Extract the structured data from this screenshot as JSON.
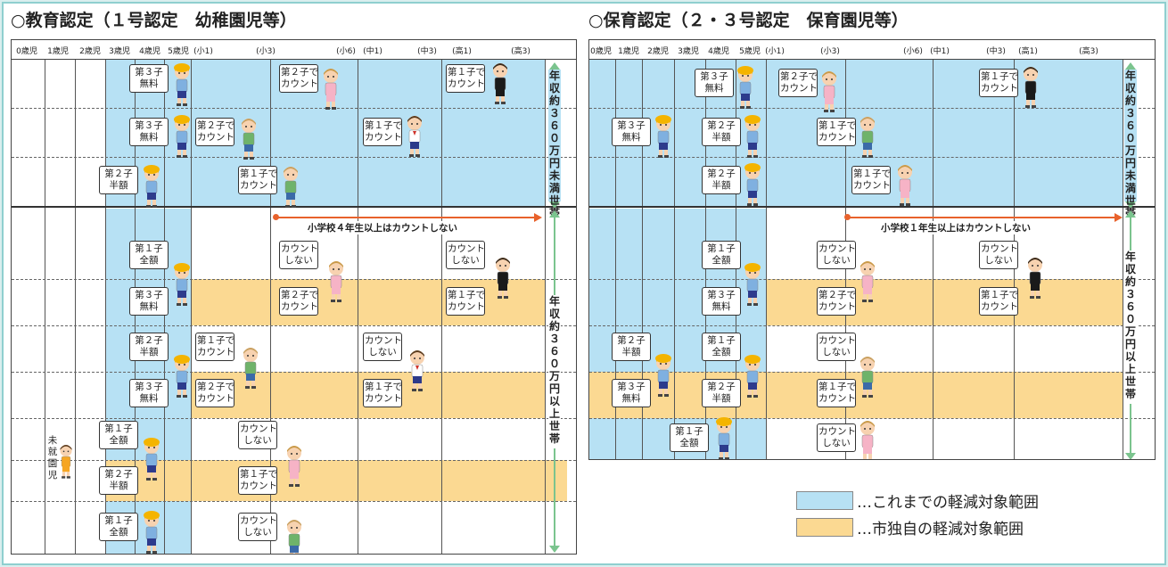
{
  "left": {
    "title": "○教育認定（１号認定　幼稚園児等）",
    "ages": [
      "0歳児",
      "1歳児",
      "2歳児",
      "3歳児",
      "4歳児",
      "5歳児",
      "(小1)",
      "(小3)",
      "(小6)",
      "(中1)",
      "(中3)",
      "(高1)",
      "(高3)"
    ],
    "low_income_label": "年収約３６０万円未満世帯",
    "high_income_label": "年収約３６０万円以上世帯",
    "note": "小学校４年生以上はカウントしない",
    "mishu": "未就園児",
    "rows": [
      [
        "第３子\n無料",
        "第２子で\nカウント",
        "第１子で\nカウント"
      ],
      [
        "第３子\n無料",
        "第２子で\nカウント",
        "第１子で\nカウント"
      ],
      [
        "第２子\n半額",
        "第１子で\nカウント"
      ],
      [
        "第１子\n全額",
        "カウント\nしない",
        "カウント\nしない"
      ],
      [
        "第３子\n無料",
        "第２子で\nカウント",
        "第１子で\nカウント"
      ],
      [
        "第２子\n半額",
        "第１子で\nカウント",
        "カウント\nしない"
      ],
      [
        "第３子\n無料",
        "第２子で\nカウント",
        "第１子で\nカウント"
      ],
      [
        "第１子\n全額",
        "カウント\nしない"
      ],
      [
        "第２子\n半額",
        "第１子で\nカウント"
      ],
      [
        "第１子\n全額",
        "カウント\nしない"
      ]
    ]
  },
  "right": {
    "title": "○保育認定（２・３号認定　保育園児等）",
    "ages": [
      "0歳児",
      "1歳児",
      "2歳児",
      "3歳児",
      "4歳児",
      "5歳児",
      "(小1)",
      "(小3)",
      "(小6)",
      "(中1)",
      "(中3)",
      "(高1)",
      "(高3)"
    ],
    "low_income_label": "年収約３６０万円未満世帯",
    "high_income_label": "年収約３６０万円以上世帯",
    "note": "小学校１年生以上はカウントしない",
    "rows": [
      [
        "第３子\n無料",
        "第２子で\nカウント",
        "第１子で\nカウント"
      ],
      [
        "第３子\n無料",
        "第２子\n半額",
        "第１子で\nカウント"
      ],
      [
        "第２子\n半額",
        "第１子で\nカウント"
      ],
      [
        "第１子\n全額",
        "カウント\nしない",
        "カウント\nしない"
      ],
      [
        "第３子\n無料",
        "第２子で\nカウント",
        "第１子で\nカウント"
      ],
      [
        "第２子\n半額",
        "第１子\n全額",
        "カウント\nしない"
      ],
      [
        "第３子\n無料",
        "第２子\n半額",
        "第１子で\nカウント"
      ],
      [
        "第１子\n全額",
        "カウント\nしない"
      ]
    ]
  },
  "legend": {
    "blue_label": "…これまでの軽減対象範囲",
    "orange_label": "…市独自の軽減対象範囲",
    "blue_color": "#b7e1f4",
    "orange_color": "#fbd992"
  }
}
